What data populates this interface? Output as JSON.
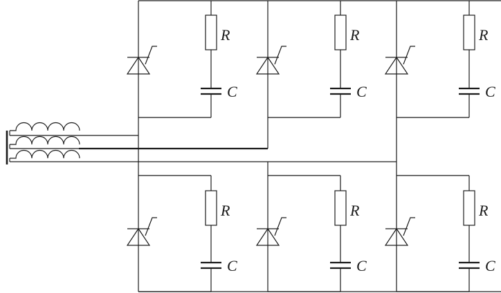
{
  "diagram": {
    "resistor_label": "R",
    "capacitor_label": "C"
  },
  "legs": [
    {
      "row": "top",
      "col": 1
    },
    {
      "row": "top",
      "col": 2
    },
    {
      "row": "top",
      "col": 3
    },
    {
      "row": "bottom",
      "col": 1
    },
    {
      "row": "bottom",
      "col": 2
    },
    {
      "row": "bottom",
      "col": 3
    }
  ],
  "coils": [
    {
      "phase": 1
    },
    {
      "phase": 2
    },
    {
      "phase": 3
    }
  ]
}
